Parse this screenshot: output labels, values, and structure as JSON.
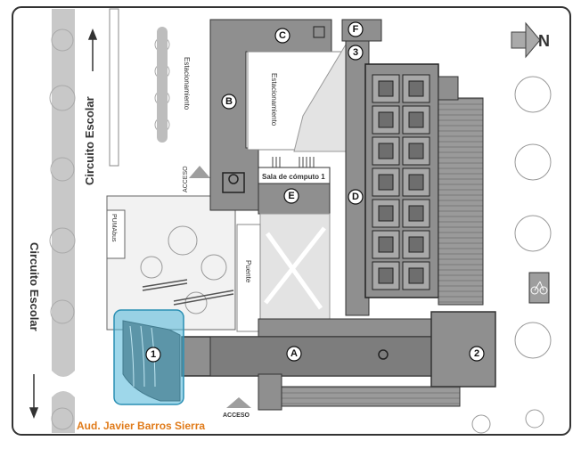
{
  "map": {
    "roads": {
      "left_top": "Circuito Escolar",
      "left_bottom": "Circuito Escolar"
    },
    "parking_labels": [
      "Estacionamiento",
      "Estacionamiento"
    ],
    "access_labels": [
      "ACCESO",
      "ACCESO"
    ],
    "puente": "Puente",
    "pumabus": "PUMAbus",
    "sala": "Sala de cómputo 1",
    "north": "N",
    "buildings": {
      "A": "A",
      "B": "B",
      "C": "C",
      "D": "D",
      "E": "E",
      "F": "F",
      "n1": "1",
      "n2": "2",
      "n3": "3"
    },
    "highlight_label": "Aud. Javier Barros Sierra",
    "colors": {
      "building": "#8c8c8c",
      "building_dark": "#6e6e6e",
      "highlight": "#4fb7d9",
      "label_orange": "#e07b1a"
    }
  }
}
